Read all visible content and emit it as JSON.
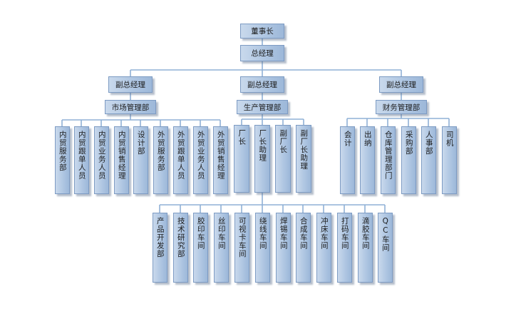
{
  "org_chart": {
    "chairman": "董事长",
    "general_manager": "总经理",
    "vice_gm_left": "副总经理",
    "vice_gm_center": "副总经理",
    "vice_gm_right": "副总经理",
    "dept_market": "市场管理部",
    "dept_production": "生产管理部",
    "dept_finance": "财务管理部",
    "market_units": [
      "内贸服务部",
      "内贸跟单人员",
      "内贸业务人员",
      "内贸销售经理",
      "设计部",
      "外贸服务部",
      "外贸跟单人员",
      "外贸业务人员",
      "外贸销售经理"
    ],
    "production_heads": [
      "厂长",
      "厂长助理",
      "副厂长",
      "副厂长助理"
    ],
    "workshops": [
      "产品开发部",
      "技术研究部",
      "胶印车间",
      "丝印车间",
      "可视卡车间",
      "绕线车间",
      "焊锡车间",
      "合成车间",
      "冲床车间",
      "打码车间",
      "滴胶车间",
      "QC车间"
    ],
    "finance_units": [
      "会计",
      "出纳",
      "仓库管理部门",
      "采购部",
      "人事部",
      "司机"
    ]
  }
}
